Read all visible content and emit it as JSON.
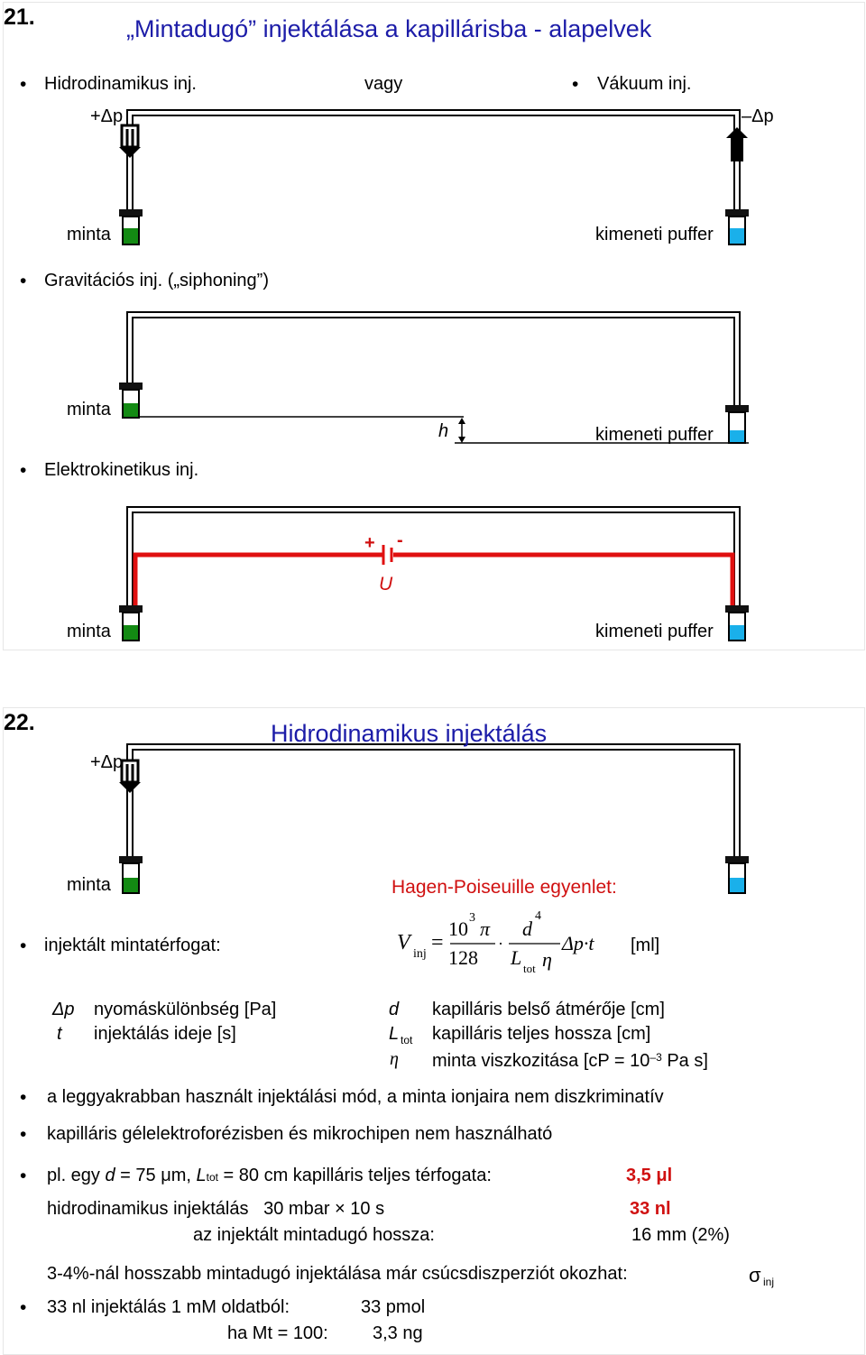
{
  "slide1": {
    "number": "21.",
    "title": "„Mintadugó” injektálása a kapillárisba - alapelvek",
    "hydro_label": "Hidrodinamikus inj.",
    "or_label": "vagy",
    "vacuum_label": "Vákuum inj.",
    "plus_dp": "+Δp",
    "minus_dp": "–Δp",
    "minta": "minta",
    "kimeneti": "kimeneti puffer",
    "gravity_label": "Gravitációs inj. („siphoning”)",
    "h_label": "h",
    "electro_label": "Elektrokinetikus inj.",
    "plus_sign": "+",
    "minus_sign": "-",
    "u_label": "U"
  },
  "slide2": {
    "number": "22.",
    "title": "Hidrodinamikus injektálás",
    "plus_dp": "+Δp",
    "minta": "minta",
    "hp_title": "Hagen-Poiseuille egyenlet:",
    "injected_volume_label": "injektált mintatérfogat:",
    "formula": {
      "v": "V",
      "v_sub": "inj",
      "eq": "=",
      "num1": "10",
      "num1_sup": "3",
      "pi": "π",
      "den1": "128",
      "d": "d",
      "d_sup": "4",
      "l": "L",
      "l_sub": "tot",
      "eta": "η",
      "dp_t": "Δp·t",
      "unit": "[ml]"
    },
    "legend": [
      {
        "sym": "Δp",
        "text": "nyomáskülönbség [Pa]"
      },
      {
        "sym": "t",
        "text": "injektálás ideje [s]"
      },
      {
        "sym": "d",
        "text": "kapilláris belső átmérője [cm]"
      },
      {
        "sym": "L",
        "sub": "tot",
        "text": "kapilláris teljes hossza [cm]"
      },
      {
        "sym": "η",
        "text": "minta viszkozitása [cP = 10",
        "sup": "–3",
        "tail": " Pa s]"
      }
    ],
    "bullet1": "a leggyakrabban használt injektálási mód, a minta ionjaira nem diszkriminatív",
    "bullet2": "kapilláris gélelektroforézisben és mikrochipen nem használható",
    "example": {
      "pre": "pl. egy ",
      "d": "d",
      "mid": " = 75 μm, ",
      "l": "L",
      "l_sub": "tot",
      "post": " = 80 cm kapilláris teljes térfogata:",
      "value": "3,5 μl"
    },
    "hydro_line": "hidrodinamikus injektálás   30 mbar × 10 s",
    "hydro_value": "33 nl",
    "plug_line": "az injektált mintadugó hossza:",
    "plug_value": "16 mm (2%)",
    "dispersion_line": "3-4%-nál hosszabb mintadugó injektálása már csúcsdiszperziót okozhat:",
    "sigma": "σ",
    "sigma_sub": "inj",
    "bullet3_pre": "33 nl injektálás 1 mM oldatból:",
    "bullet3_val": "33 pmol",
    "mt_pre": "ha Mt = 100:",
    "mt_val": "3,3 ng"
  }
}
